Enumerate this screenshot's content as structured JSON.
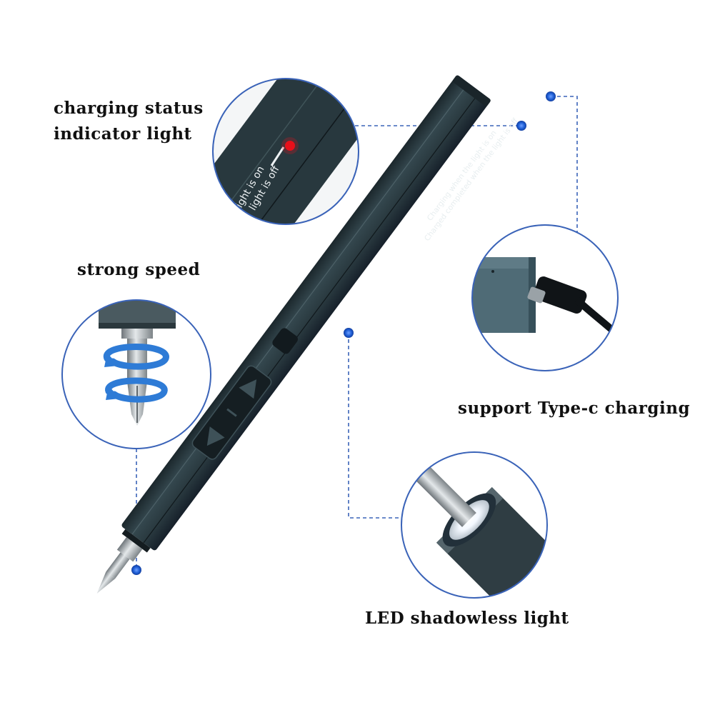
{
  "labels": {
    "charging_status_line1": "charging status",
    "charging_status_line2": "indicator light",
    "strong_speed": "strong speed",
    "type_c": "support Type-c charging",
    "led_light": "LED shadowless light"
  },
  "device_text": {
    "line1": "Charging when the light is on",
    "line2": "Charged completed when the light is off"
  },
  "zoom_text": {
    "line1": "light is on",
    "line2": "light is off"
  },
  "colors": {
    "body": "#2a3a40",
    "body_dark": "#1a252a",
    "accent_blue": "#1f5fd6",
    "dashed_line": "#3a63b8",
    "indicator_red": "#e8101a",
    "metal": "#a7adb2",
    "label_text": "#111111"
  }
}
